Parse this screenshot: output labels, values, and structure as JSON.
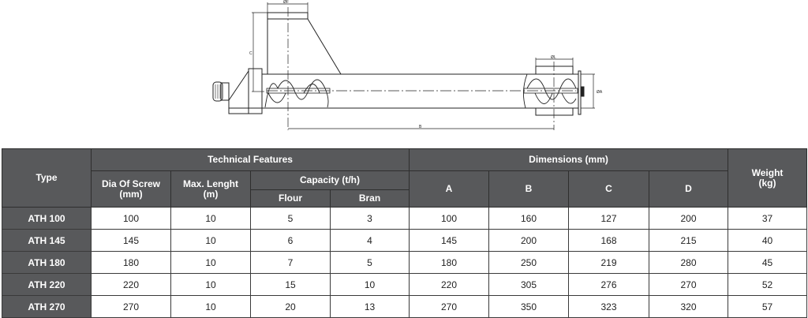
{
  "drawing": {
    "dimension_labels": {
      "hopper_diameter": "ØF",
      "height": "C",
      "outlet_diameter": "ØL",
      "length": "B",
      "tube_diameter": "ØA"
    }
  },
  "table": {
    "headers": {
      "type": "Type",
      "technical_features": "Technical Features",
      "dia_of_screw": "Dia Of Screw",
      "dia_unit": "(mm)",
      "max_length": "Max. Lenght",
      "max_length_unit": "(m)",
      "capacity": "Capacity (t/h)",
      "flour": "Flour",
      "bran": "Bran",
      "dimensions": "Dimensions (mm)",
      "a": "A",
      "b": "B",
      "c": "C",
      "d": "D",
      "weight": "Weight",
      "weight_unit": "(kg)"
    },
    "rows": [
      [
        "ATH 100",
        "100",
        "10",
        "5",
        "3",
        "100",
        "160",
        "127",
        "200",
        "37"
      ],
      [
        "ATH 145",
        "145",
        "10",
        "6",
        "4",
        "145",
        "200",
        "168",
        "215",
        "40"
      ],
      [
        "ATH 180",
        "180",
        "10",
        "7",
        "5",
        "180",
        "250",
        "219",
        "280",
        "45"
      ],
      [
        "ATH 220",
        "220",
        "10",
        "15",
        "10",
        "220",
        "305",
        "276",
        "270",
        "52"
      ],
      [
        "ATH 270",
        "270",
        "10",
        "20",
        "13",
        "270",
        "350",
        "323",
        "320",
        "57"
      ]
    ]
  }
}
